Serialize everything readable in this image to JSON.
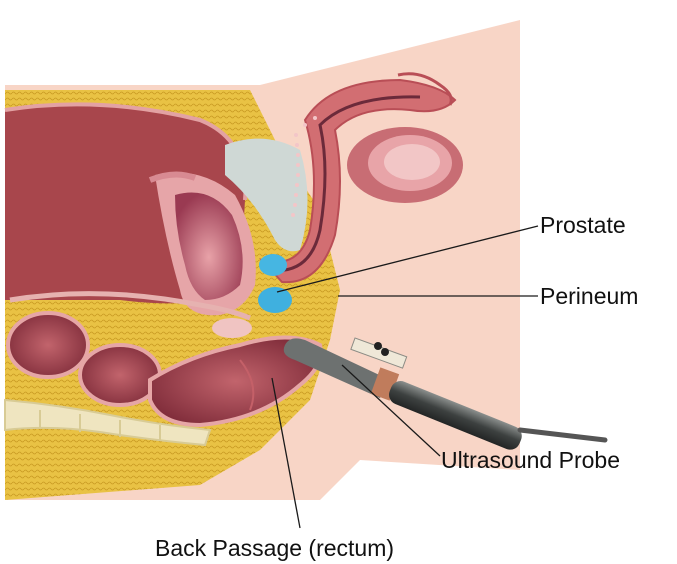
{
  "labels": {
    "prostate": "Prostate",
    "perineum": "Perineum",
    "ultrasound_probe": "Ultrasound Probe",
    "rectum": "Back Passage (rectum)"
  },
  "colors": {
    "skin": "#f9d6c8",
    "fat": "#e8bf3c",
    "bladder": "#b8545a",
    "bladder_inner": "#d87a86",
    "bowel": "#a9444e",
    "tissue_pink": "#e6a2a6",
    "prostate_blue": "#45b4e0",
    "bone": "#efe6c2",
    "probe_dark": "#3c3f40",
    "probe_handle": "#6b6f6e"
  }
}
